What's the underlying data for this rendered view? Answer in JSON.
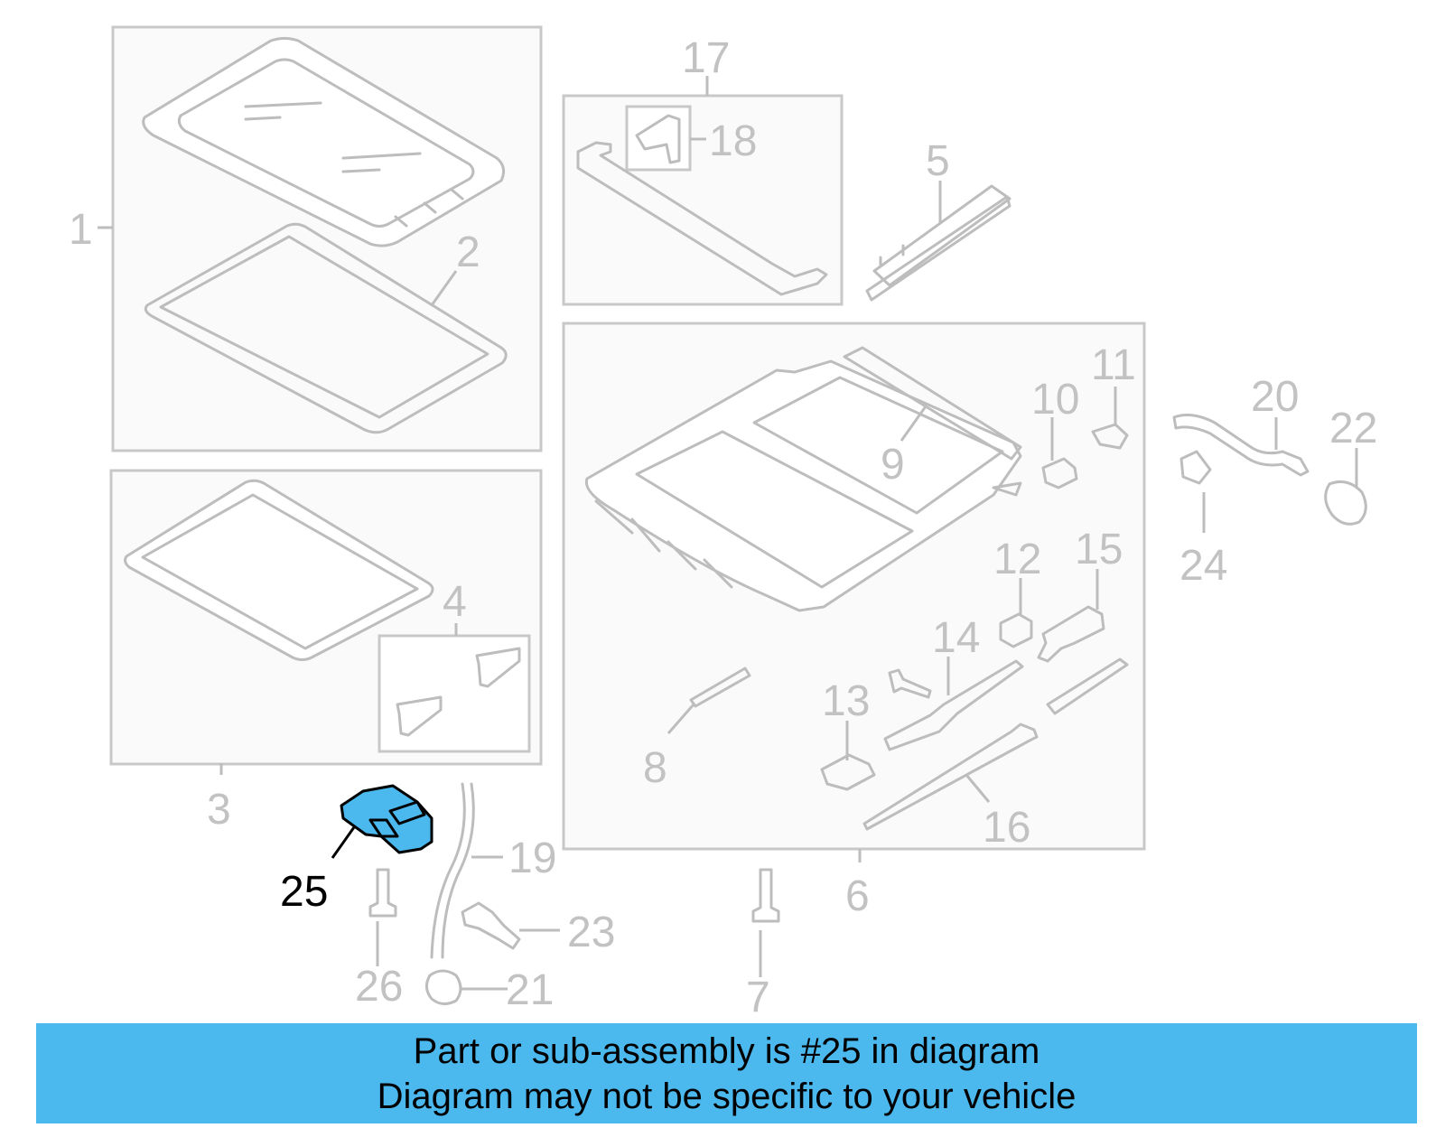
{
  "diagram": {
    "callouts": [
      {
        "id": "1",
        "label": "1",
        "highlighted": false
      },
      {
        "id": "2",
        "label": "2",
        "highlighted": false
      },
      {
        "id": "3",
        "label": "3",
        "highlighted": false
      },
      {
        "id": "4",
        "label": "4",
        "highlighted": false
      },
      {
        "id": "5",
        "label": "5",
        "highlighted": false
      },
      {
        "id": "6",
        "label": "6",
        "highlighted": false
      },
      {
        "id": "7",
        "label": "7",
        "highlighted": false
      },
      {
        "id": "8",
        "label": "8",
        "highlighted": false
      },
      {
        "id": "9",
        "label": "9",
        "highlighted": false
      },
      {
        "id": "10",
        "label": "10",
        "highlighted": false
      },
      {
        "id": "11",
        "label": "11",
        "highlighted": false
      },
      {
        "id": "12",
        "label": "12",
        "highlighted": false
      },
      {
        "id": "13",
        "label": "13",
        "highlighted": false
      },
      {
        "id": "14",
        "label": "14",
        "highlighted": false
      },
      {
        "id": "15",
        "label": "15",
        "highlighted": false
      },
      {
        "id": "16",
        "label": "16",
        "highlighted": false
      },
      {
        "id": "17",
        "label": "17",
        "highlighted": false
      },
      {
        "id": "18",
        "label": "18",
        "highlighted": false
      },
      {
        "id": "19",
        "label": "19",
        "highlighted": false
      },
      {
        "id": "20",
        "label": "20",
        "highlighted": false
      },
      {
        "id": "21",
        "label": "21",
        "highlighted": false
      },
      {
        "id": "22",
        "label": "22",
        "highlighted": false
      },
      {
        "id": "23",
        "label": "23",
        "highlighted": false
      },
      {
        "id": "24",
        "label": "24",
        "highlighted": false
      },
      {
        "id": "25",
        "label": "25",
        "highlighted": true
      },
      {
        "id": "26",
        "label": "26",
        "highlighted": false
      }
    ],
    "colors": {
      "highlight": "#4bb8ee",
      "line": "#bdbdbd",
      "label": "#c2c2c2",
      "active_label": "#000000"
    }
  },
  "banner": {
    "line1": "Part or sub-assembly is #25 in diagram",
    "line2": "Diagram may not be specific to your vehicle"
  }
}
